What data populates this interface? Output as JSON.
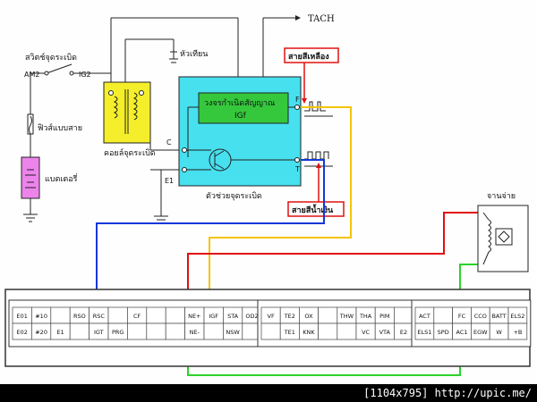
{
  "labels": {
    "ignition_switch": "สวิตช์จุดระเบิด",
    "am2": "AM2",
    "ig2": "IG2",
    "fuse": "ฟิวส์แบบสาย",
    "battery": "แบตเตอรี่",
    "spark_plug": "หัวเทียน",
    "ignition_coil": "คอยล์จุดระเบิด",
    "igniter": "ตัวช่วยจุดระเบิด",
    "igt_circuit": "วงจรกำเนิดสัญญาณ",
    "igt_circuit_2": "IGf",
    "tach": "TACH",
    "yellow_wire": "สายสีเหลือง",
    "blue_wire": "สายสีน้ำเงิน",
    "distributor": "จานจ่าย",
    "c": "C",
    "e1": "E1",
    "f": "F",
    "t": "T"
  },
  "connector": {
    "block1_row1": [
      "E01",
      "#10",
      "",
      "RSO",
      "RSC",
      "",
      "CF",
      "",
      "",
      "NE+",
      "IGF",
      "STA",
      "OD2"
    ],
    "block1_row2": [
      "E02",
      "#20",
      "E1",
      "",
      "IGT",
      "PRG",
      "",
      "",
      "",
      "NE-",
      "",
      "NSW",
      ""
    ],
    "block2_row1": [
      "VF",
      "TE2",
      "OX",
      "",
      "THW",
      "THA",
      "PIM",
      ""
    ],
    "block2_row2": [
      "",
      "TE1",
      "KNK",
      "",
      "",
      "VC",
      "VTA",
      "E2"
    ],
    "block3_row1": [
      "ACT",
      "",
      "FC",
      "CCO",
      "BATT",
      "ELS2"
    ],
    "block3_row2": [
      "ELS1",
      "SPD",
      "AC1",
      "EGW",
      "W",
      "+B"
    ]
  },
  "colors": {
    "igniter_box": "#47e0ef",
    "circuit_box": "#35c83c",
    "coil": "#f4ef2a",
    "battery": "#ec84ec",
    "yellow": "#f5c400",
    "blue": "#1437d8",
    "red": "#e01010",
    "green": "#2bd22b"
  },
  "footer": {
    "text": "[1104x795] http://upic.me/"
  }
}
